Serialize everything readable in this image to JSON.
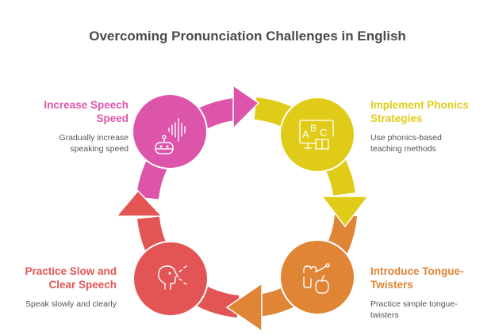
{
  "title": "Overcoming Pronunciation Challenges in English",
  "colors": {
    "pink": "#DD55AA",
    "yellow": "#E0CC18",
    "orange": "#E08436",
    "red": "#E35555",
    "title": "#4a4a4a",
    "desc": "#555555"
  },
  "steps": [
    {
      "heading": "Increase Speech",
      "heading2": "Speed",
      "desc": "Gradually increase",
      "desc2": "speaking speed",
      "icon": "robot-voice-icon",
      "color": "#DD55AA"
    },
    {
      "heading": "Implement Phonics",
      "heading2": "Strategies",
      "desc": "Use phonics-based",
      "desc2": "teaching methods",
      "icon": "abc-board-book-icon",
      "color": "#E0CC18"
    },
    {
      "heading": "Introduce Tongue-",
      "heading2": "Twisters",
      "desc": "Practice simple tongue-",
      "desc2": "twisters",
      "icon": "tongue-apple-icon",
      "color": "#E08436"
    },
    {
      "heading": "Practice Slow and",
      "heading2": "Clear Speech",
      "desc": "Speak slowly and clearly",
      "desc2": "",
      "icon": "speaking-head-icon",
      "color": "#E35555"
    }
  ]
}
